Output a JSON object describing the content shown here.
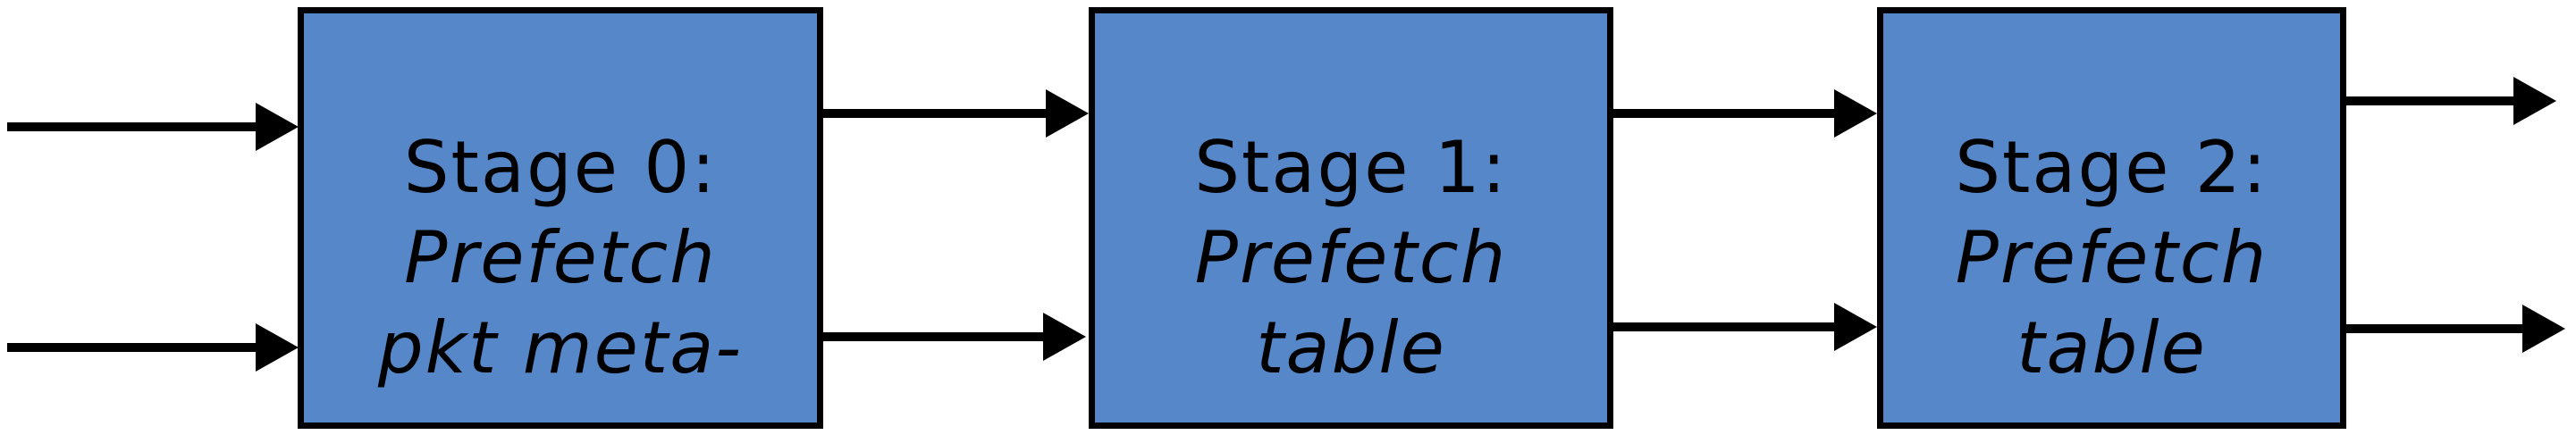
{
  "diagram": {
    "type": "pipeline-block-diagram",
    "stages": [
      {
        "line1": "Stage 0:",
        "line2": "Prefetch",
        "line3": "pkt meta-"
      },
      {
        "line1": "Stage 1:",
        "line2": "Prefetch",
        "line3": "table"
      },
      {
        "line1": "Stage 2:",
        "line2": "Prefetch",
        "line3": "table"
      }
    ],
    "connections": [
      {
        "name": "input-top",
        "from": "external",
        "to": "stage-0",
        "row": "top"
      },
      {
        "name": "input-bottom",
        "from": "external",
        "to": "stage-0",
        "row": "bottom"
      },
      {
        "name": "s0-s1-top",
        "from": "stage-0",
        "to": "stage-1",
        "row": "top"
      },
      {
        "name": "s0-s1-bottom",
        "from": "stage-0",
        "to": "stage-1",
        "row": "bottom"
      },
      {
        "name": "s1-s2-top",
        "from": "stage-1",
        "to": "stage-2",
        "row": "top"
      },
      {
        "name": "s1-s2-bottom",
        "from": "stage-1",
        "to": "stage-2",
        "row": "bottom"
      },
      {
        "name": "out-top",
        "from": "stage-2",
        "to": "external",
        "row": "top"
      },
      {
        "name": "out-bottom",
        "from": "stage-2",
        "to": "external",
        "row": "bottom"
      }
    ],
    "colors": {
      "box_fill": "#5587C9",
      "box_border": "#000000",
      "arrow": "#000000",
      "background": "#FFFFFF"
    }
  }
}
